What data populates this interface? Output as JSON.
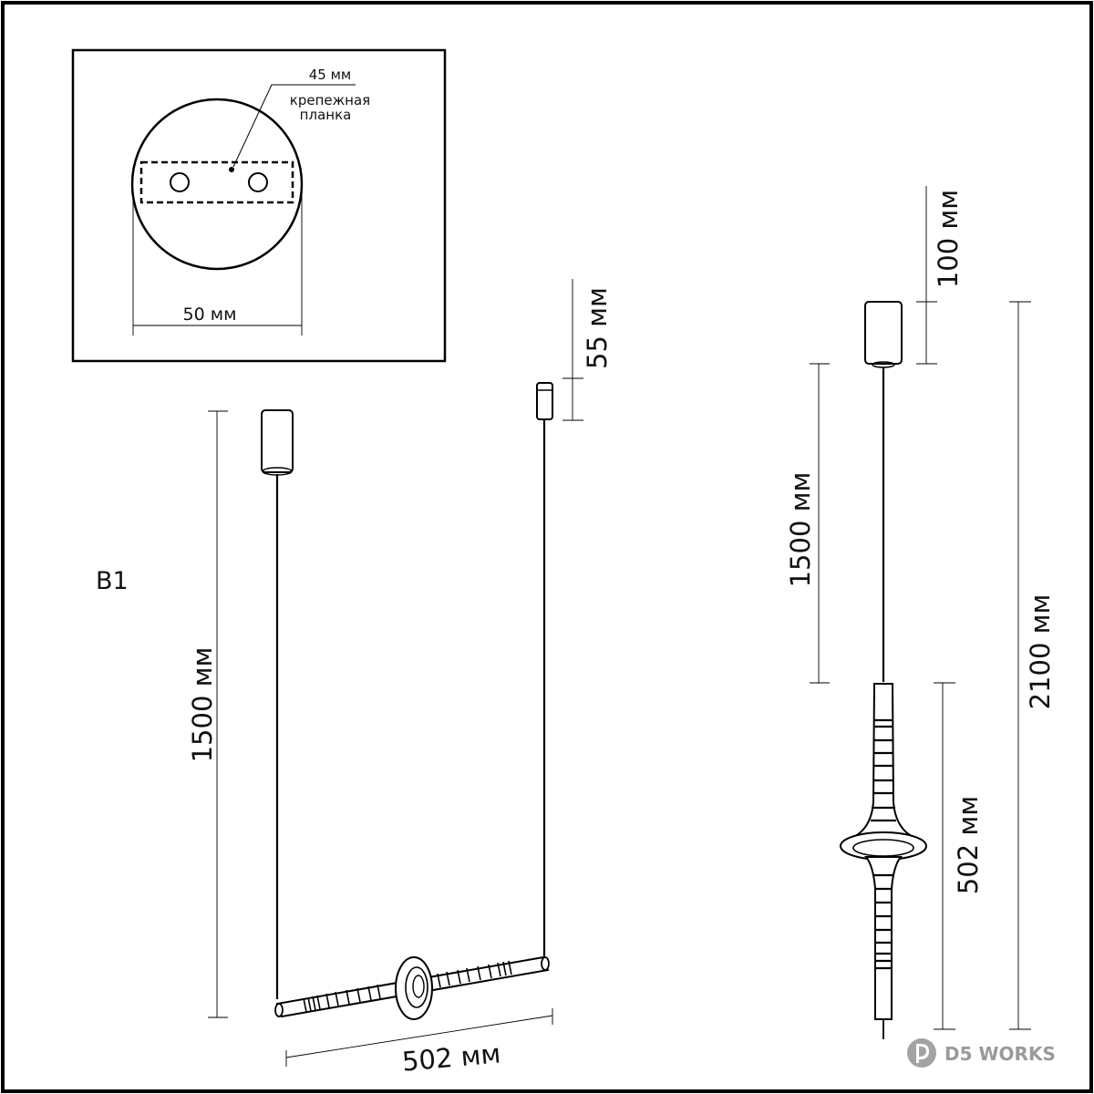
{
  "drawing": {
    "variant_label": "B1",
    "watermark": "D5 WORKS",
    "detail_inset": {
      "mounting_plate_size": "45 мм",
      "mounting_plate_label_line1": "крепежная",
      "mounting_plate_label_line2": "планка",
      "canopy_diameter": "50 мм"
    },
    "isometric_view": {
      "suspension_length": "1500 мм",
      "canopy_height": "55 мм",
      "lamp_length": "502 мм"
    },
    "front_view": {
      "canopy_height": "100 мм",
      "suspension_length": "1500 мм",
      "lamp_length": "502 мм",
      "total_height": "2100 мм"
    }
  }
}
